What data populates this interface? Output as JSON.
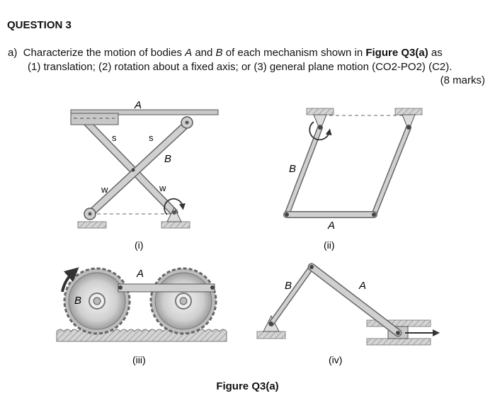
{
  "question": {
    "heading": "QUESTION 3",
    "part_label": "a)",
    "line1_prefix": "Characterize the motion of bodies ",
    "body_a": "A",
    "and_text": " and ",
    "body_b": "B",
    "line1_mid": " of each mechanism shown in ",
    "figure_ref": "Figure Q3(a)",
    "line1_suffix": " as",
    "line2": "(1) translation; (2) rotation about a fixed axis; or (3) general plane motion (CO2-PO2) (C2).",
    "marks": "(8 marks)"
  },
  "figure": {
    "caption": "Figure Q3(a)",
    "panels": {
      "i": {
        "label": "(i)",
        "A": "A",
        "B": "B",
        "s1": "s",
        "s2": "s",
        "w1": "w",
        "w2": "w"
      },
      "ii": {
        "label": "(ii)",
        "A": "A",
        "B": "B"
      },
      "iii": {
        "label": "(iii)",
        "A": "A",
        "B": "B"
      },
      "iv": {
        "label": "(iv)",
        "A": "A",
        "B": "B"
      }
    }
  },
  "colors": {
    "link": "#c8c8c8",
    "link_stroke": "#555555",
    "ground": "#b5b5b5",
    "arrow": "#333333"
  }
}
